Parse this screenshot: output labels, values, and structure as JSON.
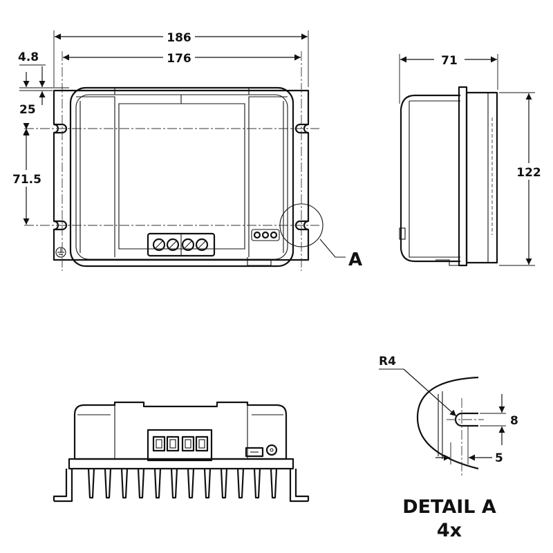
{
  "dimensions": {
    "overall_width": "186",
    "hole_spacing_width": "176",
    "offset_small": "4.8",
    "offset_top": "25",
    "hole_spacing_height": "71.5",
    "depth": "71",
    "height": "122"
  },
  "detail": {
    "callout_letter": "A",
    "radius_label": "R4",
    "slot_width": "8",
    "slot_depth": "5",
    "title": "DETAIL A",
    "quantity": "4x"
  }
}
